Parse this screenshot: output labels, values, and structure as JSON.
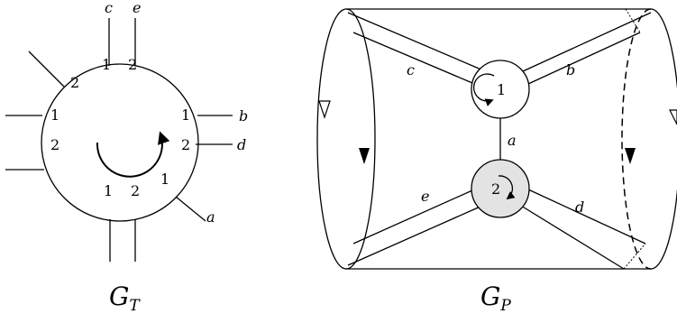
{
  "left_diagram": {
    "caption_main": "G",
    "caption_sub": "T",
    "edge_labels": {
      "c": "c",
      "e": "e",
      "b": "b",
      "d": "d",
      "a": "a"
    },
    "port_numbers": {
      "top_left": "1",
      "top_right": "2",
      "upper_left_diag": "2",
      "left_upper": "1",
      "left_lower": "2",
      "right_upper": "1",
      "right_lower": "2",
      "bottom_left": "1",
      "bottom_right": "2",
      "lower_right_diag": "1"
    }
  },
  "right_diagram": {
    "caption_main": "G",
    "caption_sub": "P",
    "edge_labels": {
      "c": "c",
      "b": "b",
      "a": "a",
      "e": "e",
      "d": "d"
    },
    "vertex_labels": {
      "top": "1",
      "bottom": "2"
    }
  },
  "colors": {
    "vertex_fill_shaded": "#e3e3e3",
    "line": "#000000"
  }
}
